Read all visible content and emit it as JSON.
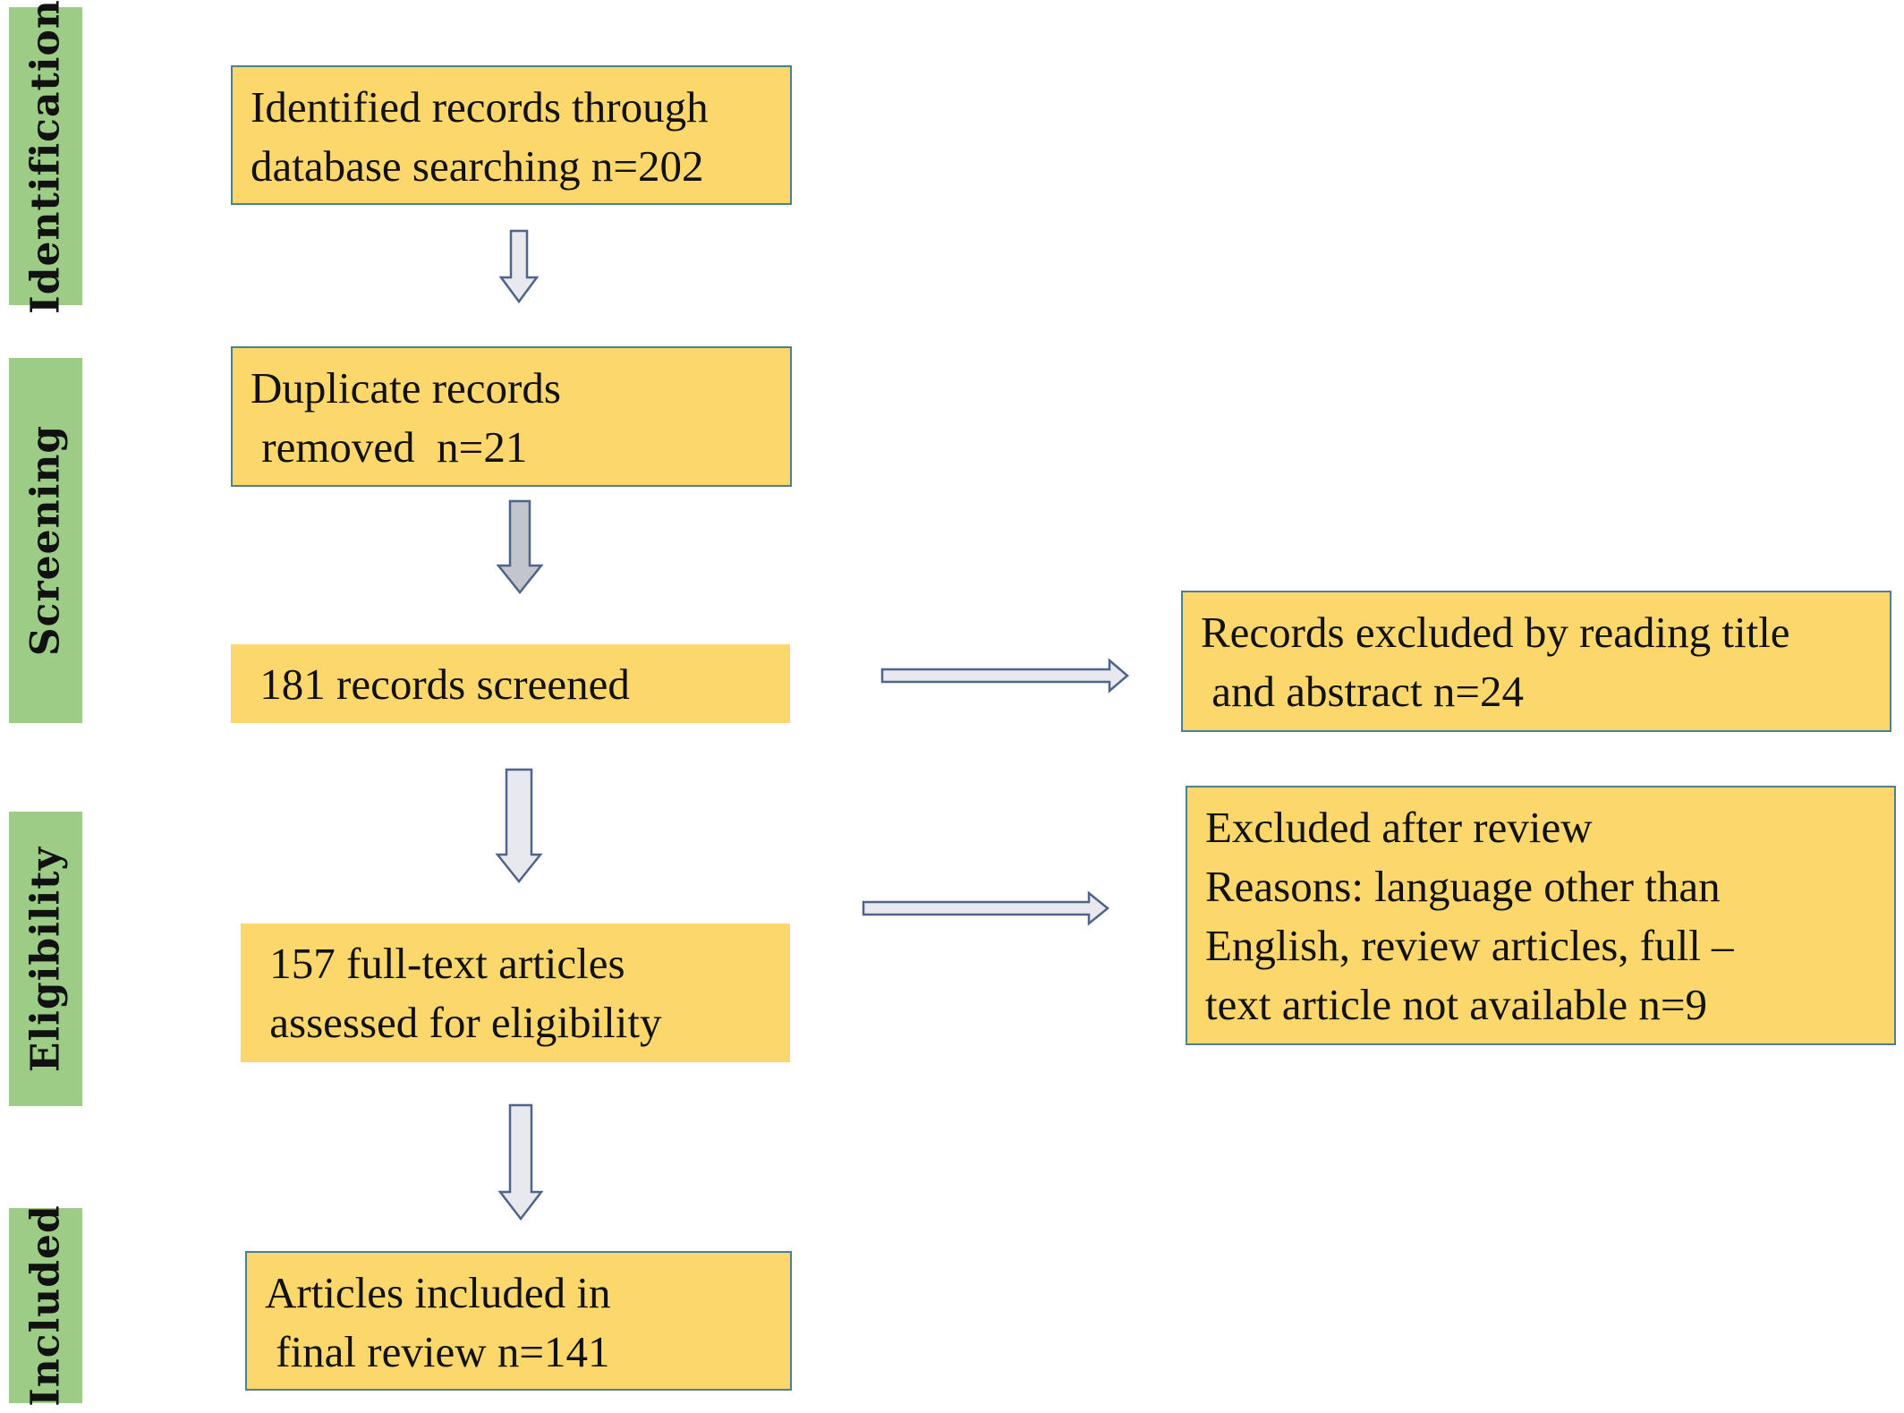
{
  "phases": {
    "identification": "Identification",
    "screening": "Screening",
    "eligibility": "Eligibility",
    "included": "Included"
  },
  "boxes": {
    "identified": [
      "Identified records through",
      "database searching n=202"
    ],
    "duplicates": [
      "Duplicate records",
      " removed  n=21"
    ],
    "screened": [
      " 181 records screened"
    ],
    "excluded_title": [
      "Records excluded by reading title",
      " and abstract n=24"
    ],
    "fulltext": [
      " 157 full-text articles",
      " assessed for eligibility"
    ],
    "excluded_review": [
      "Excluded after review",
      "Reasons: language other than",
      "English, review articles, full –",
      "text article not available n=9"
    ],
    "included": [
      "Articles included in",
      " final review n=141"
    ]
  },
  "colors": {
    "phase_fill": "#9dcc86",
    "box_fill": "#fcd76c",
    "box_border": "#4d7f8e",
    "arrow_fill": "#e7e9ef",
    "arrow_stroke": "#4f6487"
  }
}
